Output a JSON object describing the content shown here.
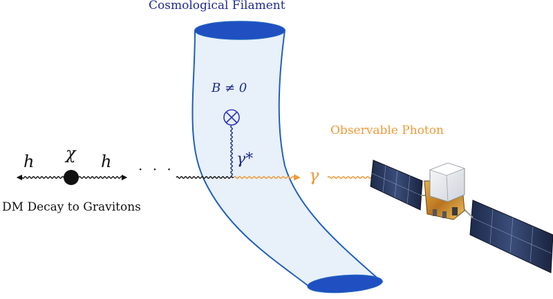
{
  "title": "Cosmological Filament",
  "observable_label": "Observable Photon",
  "dm_label": "DM Decay to Gravitons",
  "symbols": {
    "h_left": "h",
    "chi": "χ",
    "h_right": "h",
    "dots": "· · ·",
    "b_field": "B ≠ 0",
    "gamma_star": "γ*",
    "gamma": "γ"
  },
  "colors": {
    "filament_fill": "#e8f0f9",
    "filament_edge": "#1f5fbf",
    "filament_cap": "#1f4fc0",
    "virtual_photon": "#1f2a8f",
    "observable_photon": "#ee9a3a",
    "graviton": "#111111"
  },
  "icons": [
    "particle-dot-icon",
    "cross-circle-icon",
    "satellite-icon"
  ]
}
